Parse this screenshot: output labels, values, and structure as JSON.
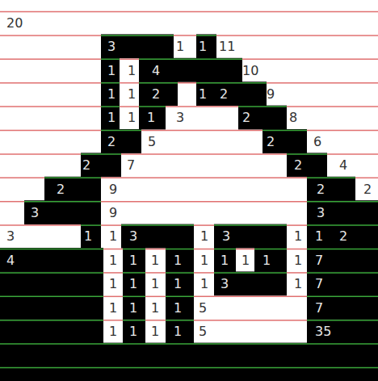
{
  "diagram": {
    "labels": [
      "20",
      "3",
      "1",
      "1",
      "11",
      "1",
      "1",
      "4",
      "10",
      "1",
      "1",
      "2",
      "1",
      "2",
      "9",
      "1",
      "1",
      "1",
      "3",
      "2",
      "8",
      "2",
      "5",
      "2",
      "6",
      "2",
      "7",
      "2",
      "4",
      "2",
      "9",
      "2",
      "2",
      "3",
      "9",
      "3",
      "3",
      "1",
      "1",
      "3",
      "1",
      "3",
      "1",
      "1",
      "2",
      "4",
      "1",
      "1",
      "1",
      "1",
      "1",
      "1",
      "1",
      "1",
      "1",
      "7",
      "1",
      "1",
      "1",
      "1",
      "1",
      "3",
      "1",
      "7",
      "1",
      "1",
      "1",
      "1",
      "5",
      "7",
      "1",
      "1",
      "1",
      "1",
      "5",
      "35"
    ]
  }
}
